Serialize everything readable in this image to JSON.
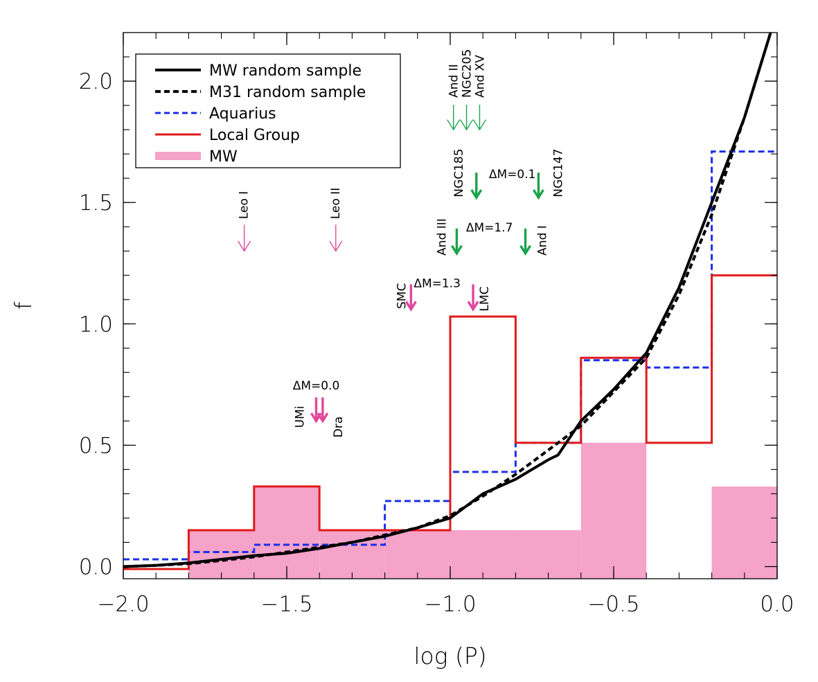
{
  "chart_data": {
    "type": "line",
    "title": "",
    "xlabel": "log (P)",
    "ylabel": "f",
    "xlim": [
      -2.0,
      0.0
    ],
    "ylim": [
      -0.05,
      2.2
    ],
    "xticks": [
      -2.0,
      -1.5,
      -1.0,
      -0.5,
      0.0
    ],
    "xtick_labels": [
      "−2.0",
      "−1.5",
      "−1.0",
      "−0.5",
      "0.0"
    ],
    "yticks": [
      0.0,
      0.5,
      1.0,
      1.5,
      2.0
    ],
    "ytick_labels": [
      "0.0",
      "0.5",
      "1.0",
      "1.5",
      "2.0"
    ],
    "grid": false,
    "legend_position": "top-left",
    "bin_edges": [
      -2.0,
      -1.8,
      -1.6,
      -1.4,
      -1.2,
      -1.0,
      -0.8,
      -0.6,
      -0.4,
      -0.2,
      0.0
    ],
    "series": [
      {
        "name": "MW random sample",
        "style": "solid-thick",
        "color": "#000000",
        "x": [
          -2.0,
          -1.9,
          -1.8,
          -1.7,
          -1.6,
          -1.5,
          -1.4,
          -1.3,
          -1.2,
          -1.1,
          -1.0,
          -0.95,
          -0.9,
          -0.8,
          -0.7,
          -0.67,
          -0.6,
          -0.5,
          -0.4,
          -0.3,
          -0.2,
          -0.1,
          -0.02
        ],
        "y": [
          0.0,
          0.005,
          0.015,
          0.03,
          0.045,
          0.055,
          0.075,
          0.1,
          0.125,
          0.16,
          0.2,
          0.25,
          0.3,
          0.36,
          0.44,
          0.46,
          0.6,
          0.73,
          0.88,
          1.15,
          1.5,
          1.85,
          2.2
        ]
      },
      {
        "name": "M31 random sample",
        "style": "dashed-thick",
        "color": "#000000",
        "x": [
          -2.0,
          -1.9,
          -1.8,
          -1.7,
          -1.6,
          -1.5,
          -1.4,
          -1.3,
          -1.2,
          -1.1,
          -1.0,
          -0.9,
          -0.8,
          -0.7,
          -0.6,
          -0.5,
          -0.4,
          -0.3,
          -0.2,
          -0.1,
          -0.02
        ],
        "y": [
          0.0,
          0.005,
          0.012,
          0.025,
          0.04,
          0.06,
          0.08,
          0.1,
          0.13,
          0.16,
          0.21,
          0.29,
          0.38,
          0.48,
          0.58,
          0.72,
          0.86,
          1.12,
          1.45,
          1.85,
          2.2
        ]
      },
      {
        "name": "Aquarius",
        "style": "step-dashed",
        "color": "#1a2ee8",
        "values": [
          0.03,
          0.06,
          0.09,
          0.09,
          0.27,
          0.39,
          0.51,
          0.85,
          0.82,
          1.71
        ]
      },
      {
        "name": "Local Group",
        "style": "step-solid",
        "color": "#e01a1a",
        "values": [
          -0.01,
          0.15,
          0.33,
          0.15,
          0.15,
          1.03,
          0.51,
          0.86,
          0.51,
          1.2
        ]
      },
      {
        "name": "MW",
        "style": "filled-step",
        "color": "#f5a3c9",
        "values": [
          0.0,
          0.15,
          0.33,
          0.15,
          0.15,
          0.15,
          0.15,
          0.51,
          0.0,
          0.33
        ]
      }
    ],
    "annotations": {
      "magenta_thin": [
        {
          "label": "Leo I",
          "x": -1.63,
          "y": 1.3
        },
        {
          "label": "Leo II",
          "x": -1.35,
          "y": 1.3
        }
      ],
      "magenta_bold": [
        {
          "label": "SMC",
          "x": -1.12,
          "y": 1.06
        },
        {
          "label": "LMC",
          "x": -0.93,
          "y": 1.06
        },
        {
          "label": "UMi",
          "x": -1.41,
          "y": 0.6
        },
        {
          "label": "Dra",
          "x": -1.39,
          "y": 0.6
        }
      ],
      "green_thin": [
        {
          "label": "And II",
          "x": -0.99,
          "y": 1.8
        },
        {
          "label": "NGC205",
          "x": -0.95,
          "y": 1.8
        },
        {
          "label": "And XV",
          "x": -0.91,
          "y": 1.8
        }
      ],
      "green_bold": [
        {
          "label": "NGC185",
          "x": -0.92,
          "y": 1.52
        },
        {
          "label": "NGC147",
          "x": -0.73,
          "y": 1.52
        },
        {
          "label": "And III",
          "x": -0.98,
          "y": 1.29
        },
        {
          "label": "And I",
          "x": -0.77,
          "y": 1.29
        }
      ],
      "delta_labels": [
        {
          "text": "ΔM=0.1",
          "x": -0.81,
          "y": 1.6
        },
        {
          "text": "ΔM=1.7",
          "x": -0.88,
          "y": 1.38
        },
        {
          "text": "ΔM=1.3",
          "x": -1.04,
          "y": 1.15
        },
        {
          "text": "ΔM=0.0",
          "x": -1.41,
          "y": 0.73
        }
      ]
    }
  }
}
